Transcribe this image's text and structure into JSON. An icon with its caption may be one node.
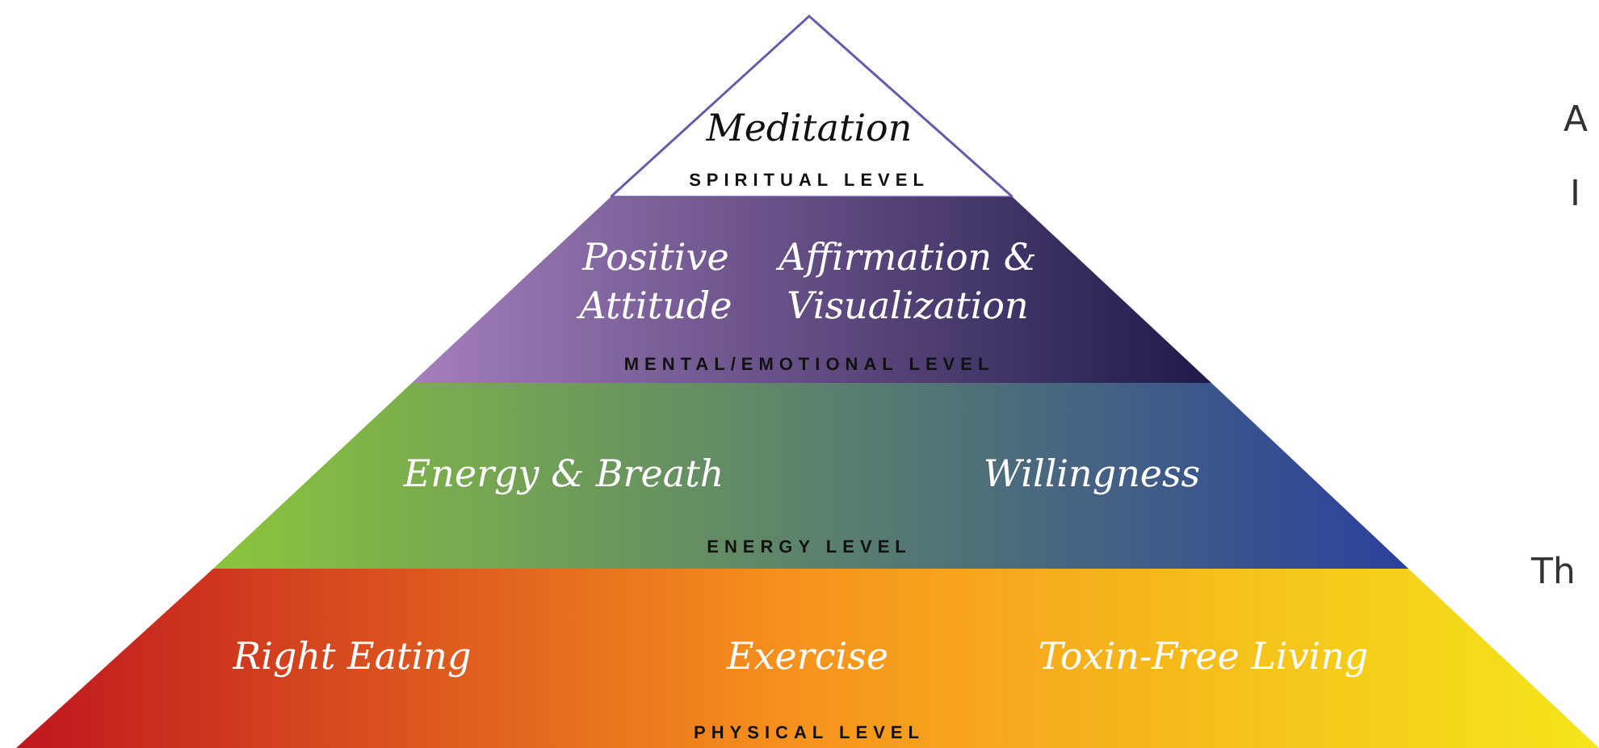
{
  "diagram": {
    "nodes": [
      {
        "text": [
          "Meditation",
          "SPIRITUAL LEVEL"
        ]
      },
      {
        "text": [
          "Positive Attitude",
          "Affirmation & Visualization",
          "MENTAL/EMOTIONAL LEVEL"
        ]
      },
      {
        "text": [
          "Energy & Breath",
          "Willingness",
          "ENERGY LEVEL"
        ]
      },
      {
        "text": [
          "Right Eating",
          "Exercise",
          "Toxin-Free Living",
          "PHYSICAL LEVEL"
        ]
      }
    ],
    "edges": [],
    "labels": [
      "A",
      "I",
      "Th"
    ]
  }
}
